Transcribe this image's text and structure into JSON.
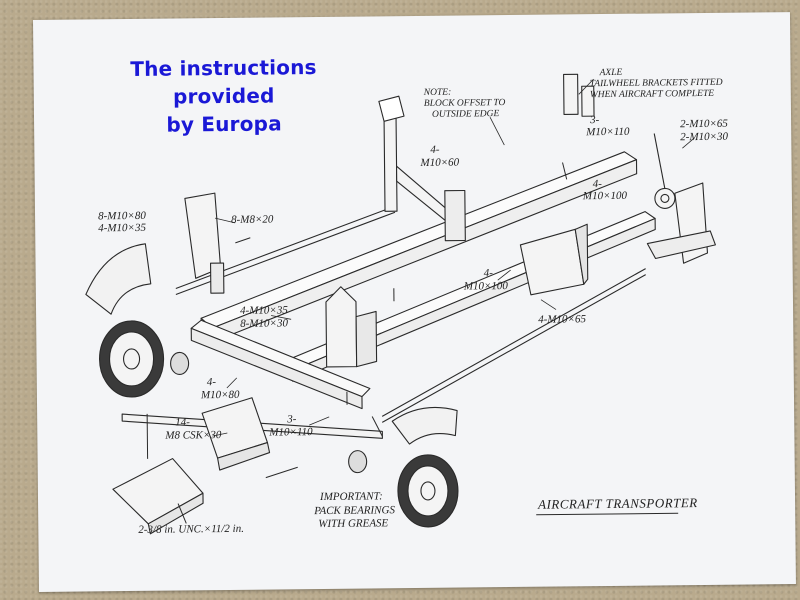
{
  "caption": {
    "line1": "The instructions provided",
    "line2": "by Europa"
  },
  "labels": {
    "note_1": "NOTE:",
    "note_2": "BLOCK OFFSET TO",
    "note_3": "OUTSIDE EDGE",
    "axle": "AXLE",
    "tailwheel_1": "TAILWHEEL BRACKETS FITTED",
    "tailwheel_2": "WHEN AIRCRAFT COMPLETE",
    "b_4m10x60_a": "4-",
    "b_4m10x60_b": "M10×60",
    "b_3m10x110_top_a": "3-",
    "b_3m10x110_top_b": "M10×110",
    "b_2m10x65": "2-M10×65",
    "b_2m10x30": "2-M10×30",
    "b_8m10x80": "8-M10×80",
    "b_4m10x35_left": "4-M10×35",
    "b_8m8x20": "8-M8×20",
    "b_4m10x100_right_a": "4-",
    "b_4m10x100_right_b": "M10×100",
    "b_4m10x100_mid_a": "4-",
    "b_4m10x100_mid_b": "M10×100",
    "b_4m10x35_mid": "4-M10×35",
    "b_8m10x30": "8-M10×30",
    "b_4m10x65": "4-M10×65",
    "b_4m10x80_a": "4-",
    "b_4m10x80_b": "M10×80",
    "b_14_a": "14-",
    "b_14_b": "M8 CSK×30",
    "b_3m10x110_low_a": "3-",
    "b_3m10x110_low_b": "M10×110",
    "important_1": "IMPORTANT:",
    "important_2": "PACK BEARINGS",
    "important_3": "WITH GREASE",
    "bolt_unc": "2-3/8 in. UNC.×11/2 in.",
    "title": "AIRCRAFT TRANSPORTER"
  }
}
